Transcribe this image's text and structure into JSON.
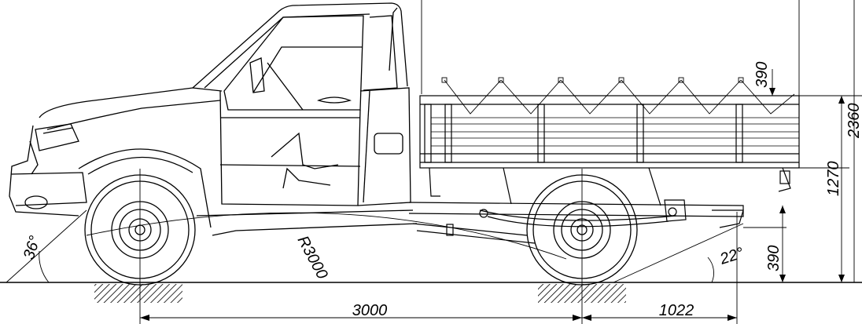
{
  "drawing": {
    "subject": "pickup-truck-side-elevation",
    "line_color": "#000000",
    "background": "#ffffff"
  },
  "dimensions": {
    "wheelbase": "3000",
    "rear_overhang": "1022",
    "overall_height": "2360",
    "platform_height": "1270",
    "side_board_height": "390",
    "ground_clearance": "390",
    "ramp_radius": "R3000",
    "approach_angle": "36°",
    "departure_angle": "22°"
  }
}
